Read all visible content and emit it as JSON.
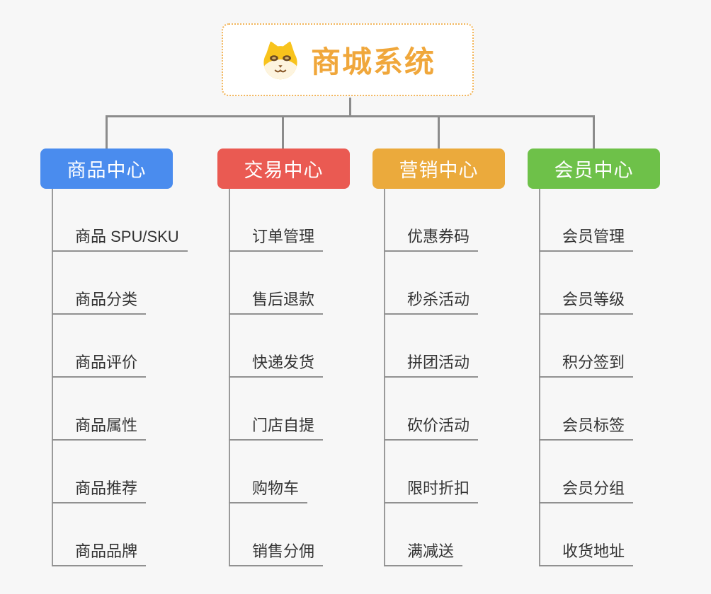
{
  "root": {
    "title": "商城系统",
    "icon": "dog-icon",
    "title_color": "#F0A73B",
    "border_color": "#F2B65C"
  },
  "connector_color": "#8C8C8C",
  "underline_color": "#919191",
  "background_color": "#F7F7F7",
  "branches": [
    {
      "label": "商品中心",
      "color": "#4A8CEE",
      "items": [
        "商品 SPU/SKU",
        "商品分类",
        "商品评价",
        "商品属性",
        "商品推荐",
        "商品品牌"
      ]
    },
    {
      "label": "交易中心",
      "color": "#EA5A52",
      "items": [
        "订单管理",
        "售后退款",
        "快递发货",
        "门店自提",
        "购物车",
        "销售分佣"
      ]
    },
    {
      "label": "营销中心",
      "color": "#EBAA3C",
      "items": [
        "优惠券码",
        "秒杀活动",
        "拼团活动",
        "砍价活动",
        "限时折扣",
        "满减送"
      ]
    },
    {
      "label": "会员中心",
      "color": "#6EC149",
      "items": [
        "会员管理",
        "会员等级",
        "积分签到",
        "会员标签",
        "会员分组",
        "收货地址"
      ]
    }
  ]
}
